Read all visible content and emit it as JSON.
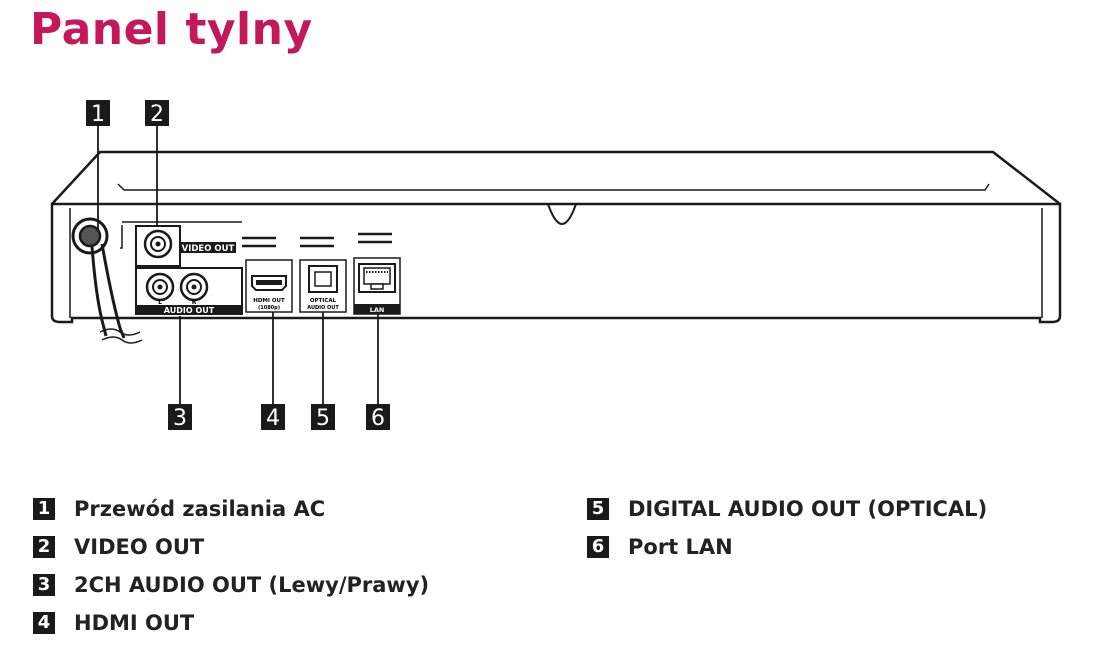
{
  "title": {
    "text": "Panel tylny",
    "color": "#c4185c"
  },
  "device_labels": {
    "video_out": "VIDEO OUT",
    "audio_out": "AUDIO OUT",
    "audio_left": "L",
    "audio_right": "R",
    "hdmi_out": "HDMI OUT",
    "hdmi_sub": "(1080p)",
    "optical_line1": "OPTICAL",
    "optical_line2": "AUDIO OUT",
    "lan": "LAN"
  },
  "callouts": [
    "1",
    "2",
    "3",
    "4",
    "5",
    "6"
  ],
  "legend": [
    {
      "num": "1",
      "text": "Przewód zasilania AC"
    },
    {
      "num": "2",
      "text": "VIDEO OUT"
    },
    {
      "num": "3",
      "text": "2CH AUDIO OUT (Lewy/Prawy)"
    },
    {
      "num": "4",
      "text": "HDMI OUT"
    },
    {
      "num": "5",
      "text": "DIGITAL AUDIO OUT (OPTICAL)"
    },
    {
      "num": "6",
      "text": "Port LAN"
    }
  ]
}
